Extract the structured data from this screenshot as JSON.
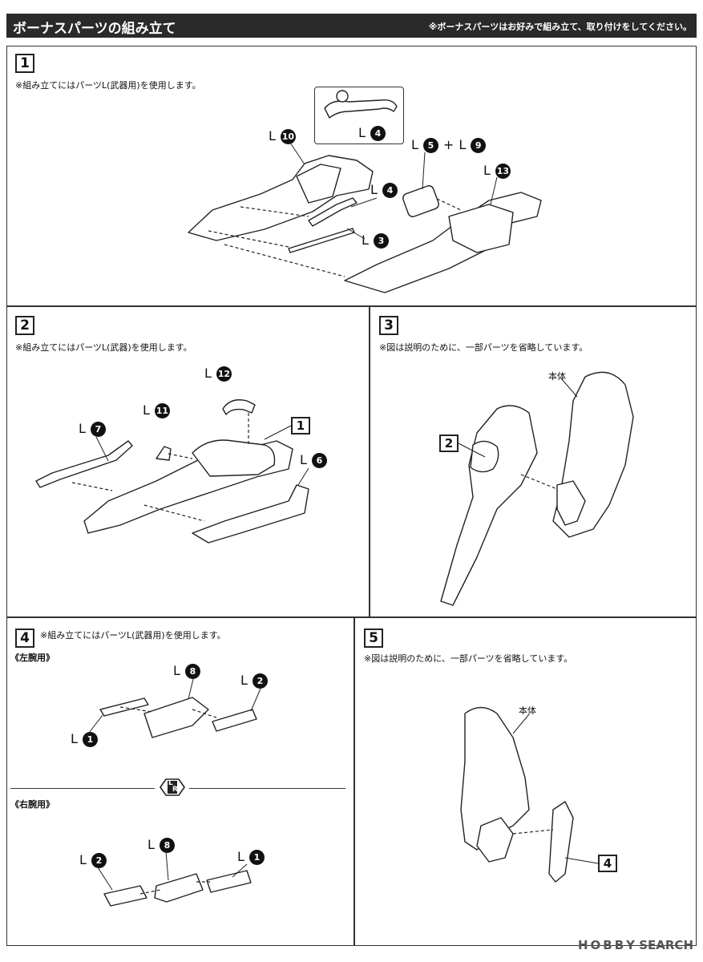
{
  "header": {
    "title": "ボーナスパーツの組み立て",
    "note": "※ボーナスパーツはお好みで組み立て、取り付けをしてください。"
  },
  "steps": [
    {
      "number": "1",
      "note": "※組み立てにはパーツL(武器用)を使用します。",
      "labels": {
        "p10": {
          "letter": "L",
          "num": "10"
        },
        "p4_inset": {
          "letter": "L",
          "num": "4"
        },
        "p4": {
          "letter": "L",
          "num": "4"
        },
        "p5": {
          "letter": "L",
          "num": "5"
        },
        "p9": {
          "letter": "L",
          "num": "9"
        },
        "p13": {
          "letter": "L",
          "num": "13"
        },
        "p3": {
          "letter": "L",
          "num": "3"
        }
      },
      "plus": "+"
    },
    {
      "number": "2",
      "note": "※組み立てにはパーツL(武器)を使用します。",
      "labels": {
        "p12": {
          "letter": "L",
          "num": "12"
        },
        "p11": {
          "letter": "L",
          "num": "11"
        },
        "p7": {
          "letter": "L",
          "num": "7"
        },
        "p6": {
          "letter": "L",
          "num": "6"
        }
      },
      "ref": "1"
    },
    {
      "number": "3",
      "note": "※図は説明のために、一部パーツを省略しています。",
      "body_label": "本体",
      "ref": "2"
    },
    {
      "number": "4",
      "note": "※組み立てにはパーツL(武器用)を使用します。",
      "left_arm": "《左腕用》",
      "right_arm": "《右腕用》",
      "lr_mark": {
        "l": "L",
        "r": "R"
      },
      "labels": {
        "a8": {
          "letter": "L",
          "num": "8"
        },
        "a2": {
          "letter": "L",
          "num": "2"
        },
        "a1": {
          "letter": "L",
          "num": "1"
        },
        "b8": {
          "letter": "L",
          "num": "8"
        },
        "b2": {
          "letter": "L",
          "num": "2"
        },
        "b1": {
          "letter": "L",
          "num": "1"
        }
      }
    },
    {
      "number": "5",
      "note": "※図は説明のために、一部パーツを省略しています。",
      "body_label": "本体",
      "ref": "4"
    }
  ],
  "watermark": "H O B B Y SEARCH"
}
